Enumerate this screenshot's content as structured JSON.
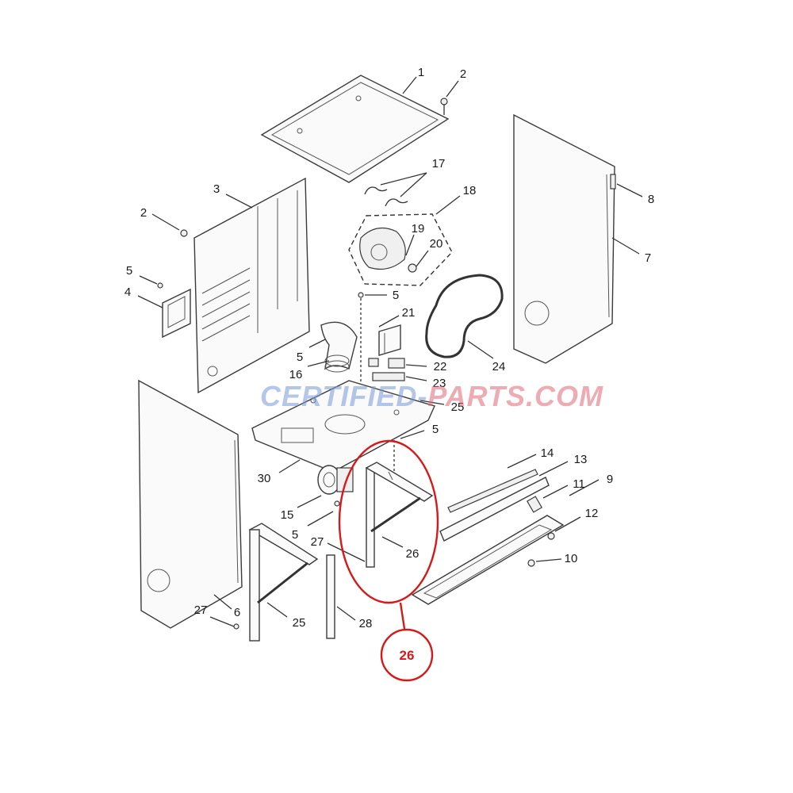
{
  "watermark": {
    "part1": "CERTIFIED-",
    "part2": "PARTS.COM",
    "color1": "#7a9ad6",
    "color2": "#e06a78"
  },
  "highlight": {
    "label": "26",
    "color": "#d81919"
  },
  "callouts": {
    "c1": "1",
    "c2a": "2",
    "c2b": "2",
    "c3": "3",
    "c4": "4",
    "c5a": "5",
    "c5b": "5",
    "c5c": "5",
    "c5d": "5",
    "c5e": "5",
    "c6": "6",
    "c7": "7",
    "c8": "8",
    "c9": "9",
    "c10": "10",
    "c11": "11",
    "c12": "12",
    "c13": "13",
    "c14": "14",
    "c15": "15",
    "c16": "16",
    "c17": "17",
    "c18": "18",
    "c19": "19",
    "c20": "20",
    "c21": "21",
    "c22": "22",
    "c23": "23",
    "c24": "24",
    "c25a": "25",
    "c25b": "25",
    "c26": "26",
    "c27a": "27",
    "c27b": "27",
    "c28": "28",
    "c30": "30"
  }
}
